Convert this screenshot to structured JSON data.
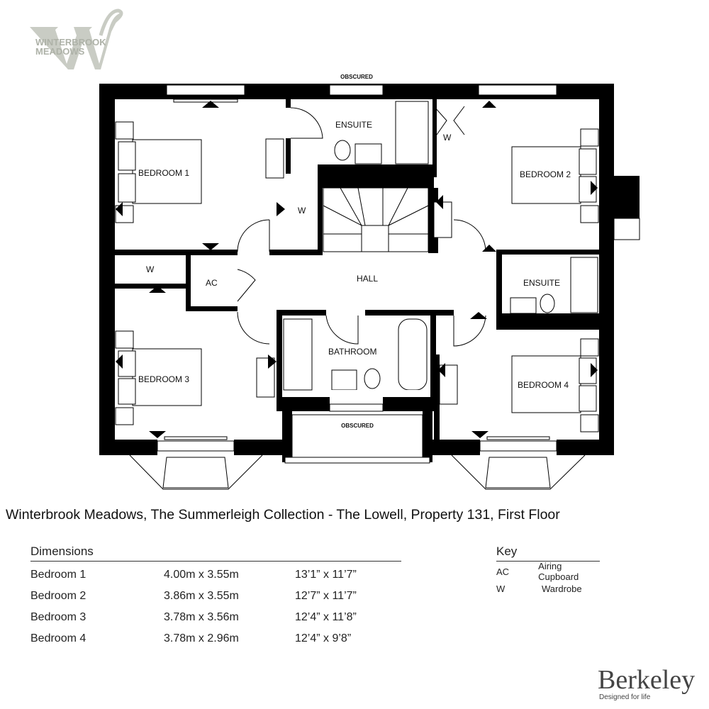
{
  "logo": {
    "text": "WINTERBROOK MEADOWS",
    "line1": "WINTERBROOK",
    "line2": "MEADOWS"
  },
  "plan": {
    "window_top": "OBSCURED",
    "window_balcony": "OBSCURED",
    "rooms": {
      "bedroom1": "BEDROOM 1",
      "bedroom2": "BEDROOM 2",
      "bedroom3": "BEDROOM 3",
      "bedroom4": "BEDROOM 4",
      "ensuite1": "ENSUITE",
      "ensuite2": "ENSUITE",
      "bathroom": "BATHROOM",
      "hall": "HALL",
      "ac": "AC",
      "w1": "W",
      "w2": "W",
      "w3": "W"
    }
  },
  "title": "Winterbrook Meadows, The Summerleigh Collection - The Lowell, Property 131, First Floor",
  "dimensions": {
    "heading": "Dimensions",
    "rows": [
      {
        "room": "Bedroom 1",
        "metric": "4.00m x 3.55m",
        "imperial": "13’1” x 11’7”"
      },
      {
        "room": "Bedroom 2",
        "metric": "3.86m x 3.55m",
        "imperial": "12’7” x 11’7”"
      },
      {
        "room": "Bedroom 3",
        "metric": "3.78m x 3.56m",
        "imperial": "12’4” x 11’8”"
      },
      {
        "room": "Bedroom 4",
        "metric": "3.78m x 2.96m",
        "imperial": "12’4” x 9’8”"
      }
    ]
  },
  "key": {
    "heading": "Key",
    "items": [
      {
        "code": "AC",
        "meaning": "Airing Cupboard"
      },
      {
        "code": "W",
        "meaning": "Wardrobe"
      }
    ]
  },
  "brand": {
    "name": "Berkeley",
    "tagline": "Designed for life"
  }
}
